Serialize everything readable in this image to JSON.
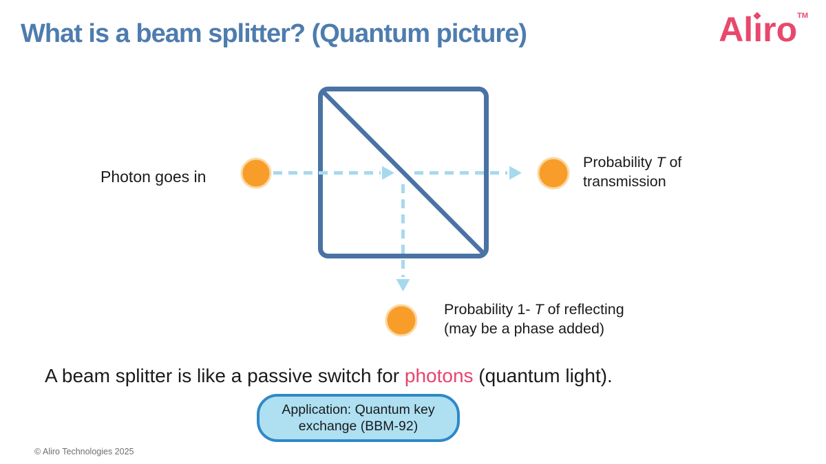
{
  "colors": {
    "title_blue": "#4E7CAE",
    "brand_pink": "#E8486C",
    "splitter_blue": "#4A73A4",
    "dash_blue": "#A6D9EE",
    "photon_orange": "#F99D2A",
    "photon_halo": "#FBD9A4",
    "app_box_fill": "#AEE0F2",
    "app_box_border": "#2F88C8",
    "body_text": "#1A1A1A",
    "highlight_pink": "#E8436B",
    "copyright_gray": "#6E6E6E"
  },
  "header": {
    "title": "What is a beam splitter? (Quantum picture)",
    "logo": {
      "part1": "Al",
      "i_stem": "ı",
      "part2": "ro",
      "tm": "TM"
    }
  },
  "diagram": {
    "photon_in_label": "Photon goes in",
    "transmission": {
      "line1_pre": "Probability ",
      "line1_italic": "T",
      "line1_post": " of",
      "line2": "transmission"
    },
    "reflection": {
      "line1_pre": "Probability 1- ",
      "line1_italic": "T",
      "line1_post": " of reflecting",
      "line2": "(may be a phase added)"
    }
  },
  "summary": {
    "pre": "A beam splitter is like a passive switch for ",
    "highlight": "photons",
    "post": " (quantum light)."
  },
  "application_box": {
    "text": "Application: Quantum key exchange (BBM-92)"
  },
  "footer": {
    "copyright": "© Aliro Technologies 2025"
  }
}
